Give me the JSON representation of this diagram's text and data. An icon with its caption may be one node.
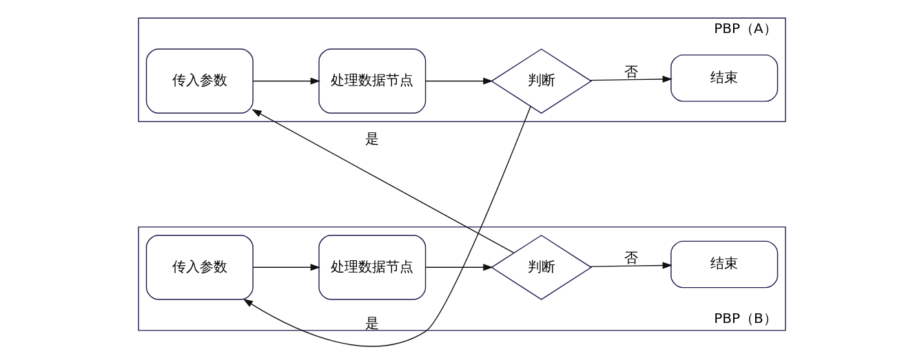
{
  "diagram": {
    "nodes": [
      {
        "text": [
          "PBP（A）"
        ]
      },
      {
        "text": [
          "传入参数"
        ],
        "in": 0
      },
      {
        "text": [
          "处理数据节点"
        ],
        "in": 0
      },
      {
        "text": [
          "判断"
        ],
        "in": 0
      },
      {
        "text": [
          "结束"
        ],
        "in": 0
      },
      {
        "text": [
          "PBP（B）"
        ]
      },
      {
        "text": [
          "结束"
        ],
        "in": 5
      },
      {
        "text": [
          "判断"
        ],
        "in": 5
      },
      {
        "text": [
          "处理数据节点"
        ],
        "in": 5
      },
      {
        "text": [
          "传入参数"
        ],
        "in": 5
      }
    ],
    "edges": [
      {
        "from": 1,
        "to": 2,
        "arrow": "to"
      },
      {
        "from": 2,
        "to": 3,
        "arrow": "to"
      },
      {
        "from": 3,
        "to": 4,
        "arrow": "to",
        "label": "否"
      },
      {
        "from": 3,
        "to": 9,
        "arrow": "to",
        "label": "是"
      },
      {
        "from": 9,
        "to": 8,
        "arrow": "to"
      },
      {
        "from": 8,
        "to": 7,
        "arrow": "to"
      },
      {
        "from": 7,
        "to": 6,
        "arrow": "to",
        "label": "否"
      },
      {
        "from": 7,
        "to": 1,
        "arrow": "to",
        "label": "是"
      }
    ]
  }
}
